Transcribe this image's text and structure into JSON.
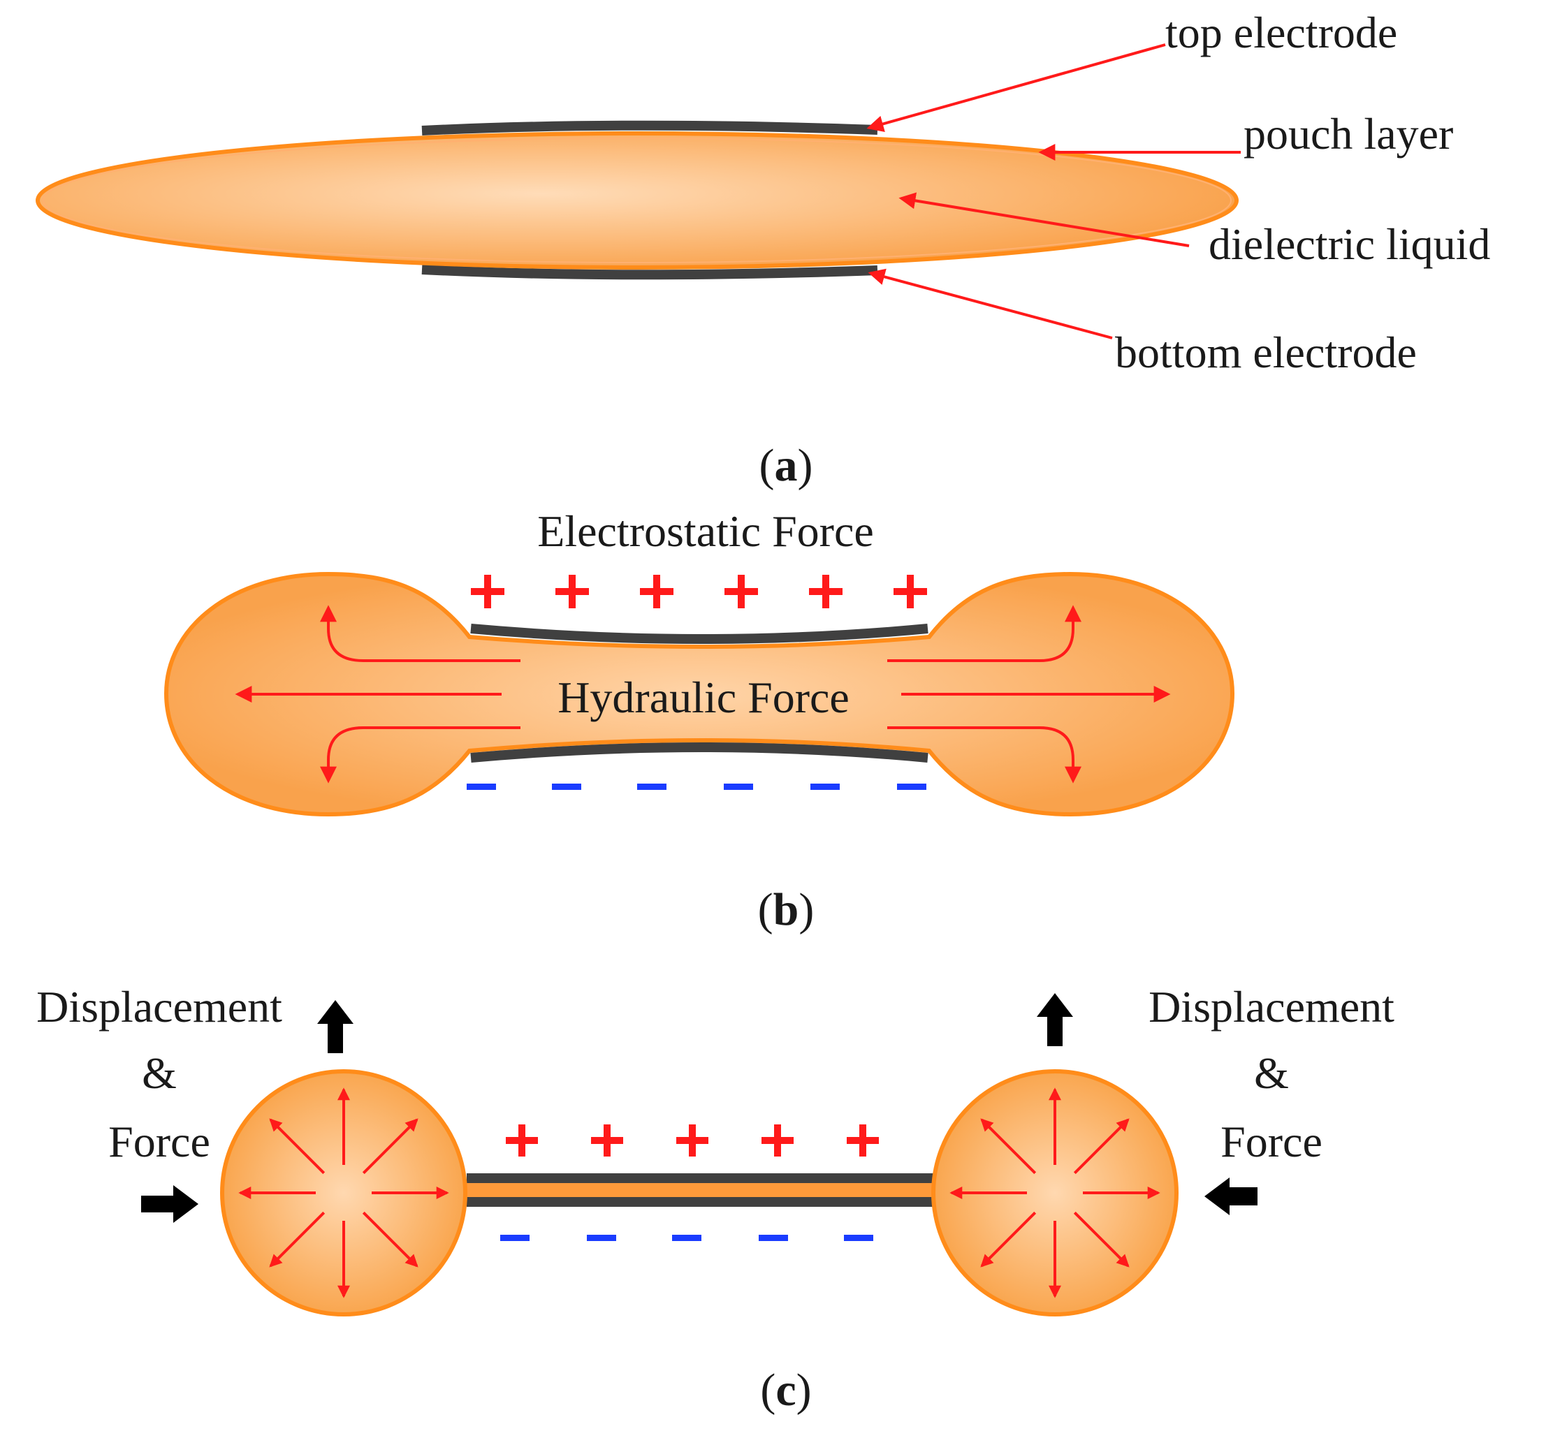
{
  "panel_a": {
    "labels": {
      "top_electrode": "top electrode",
      "pouch_layer": "pouch layer",
      "dielectric_liquid": "dielectric liquid",
      "bottom_electrode": "bottom electrode"
    },
    "caption": {
      "open": "(",
      "letter": "a",
      "close": ")"
    }
  },
  "panel_b": {
    "electrostatic_force": "Electrostatic Force",
    "hydraulic_force": "Hydraulic Force",
    "caption": {
      "open": "(",
      "letter": "b",
      "close": ")"
    }
  },
  "panel_c": {
    "left_label": {
      "line1": "Displacement",
      "line2": "&",
      "line3": "Force"
    },
    "right_label": {
      "line1": "Displacement",
      "line2": "&",
      "line3": "Force"
    },
    "caption": {
      "open": "(",
      "letter": "c",
      "close": ")"
    }
  },
  "symbols": {
    "plus": "+",
    "minus": "−"
  },
  "colors": {
    "pouch_orange": "#ff8c1a",
    "liquid_light": "#ffd8b0",
    "liquid_dark": "#f9a44f",
    "electrode": "#404040",
    "arrow_red": "#ff1a1a",
    "minus_blue": "#1a3cff",
    "black_arrow": "#000000"
  }
}
